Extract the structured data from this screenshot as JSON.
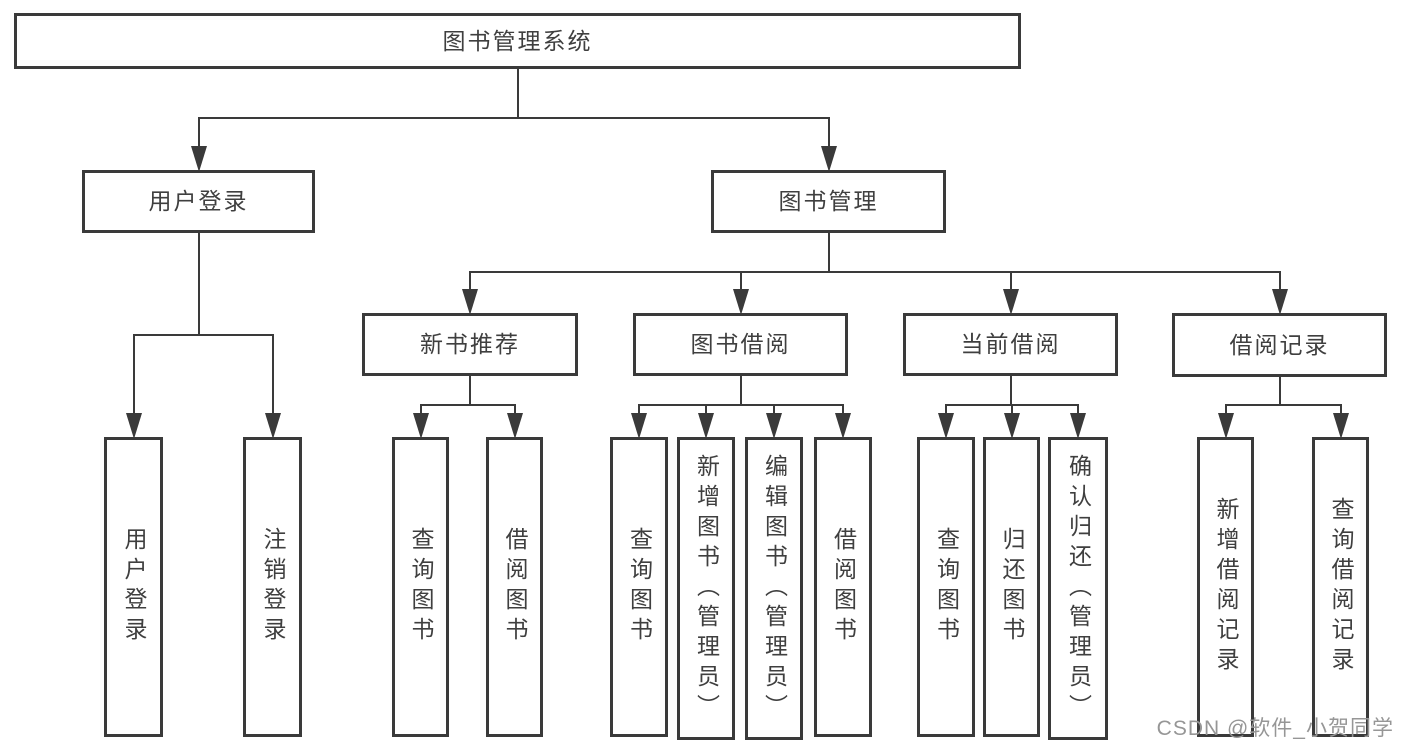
{
  "diagram": {
    "background": "#ffffff",
    "line_color": "#3a3a3a",
    "text_color": "#3f3f3f"
  },
  "nodes": [
    {
      "id": "root",
      "label": "图书管理系统",
      "level": 1
    },
    {
      "id": "user-login",
      "label": "用户登录",
      "level": 2
    },
    {
      "id": "book-mgmt",
      "label": "图书管理",
      "level": 2
    },
    {
      "id": "new-books",
      "label": "新书推荐",
      "level": 3
    },
    {
      "id": "book-borrow",
      "label": "图书借阅",
      "level": 3
    },
    {
      "id": "current-borrow",
      "label": "当前借阅",
      "level": 3
    },
    {
      "id": "borrow-records",
      "label": "借阅记录",
      "level": 3
    },
    {
      "id": "leaf-user-login",
      "label": "用户登录",
      "level": 4
    },
    {
      "id": "leaf-logout",
      "label": "注销登录",
      "level": 4
    },
    {
      "id": "leaf-query-book-1",
      "label": "查询图书",
      "level": 4
    },
    {
      "id": "leaf-borrow-book-1",
      "label": "借阅图书",
      "level": 4
    },
    {
      "id": "leaf-query-book-2",
      "label": "查询图书",
      "level": 4
    },
    {
      "id": "leaf-add-book",
      "label": "新增图书（管理员）",
      "level": 4
    },
    {
      "id": "leaf-edit-book",
      "label": "编辑图书（管理员）",
      "level": 4
    },
    {
      "id": "leaf-borrow-book-2",
      "label": "借阅图书",
      "level": 4
    },
    {
      "id": "leaf-query-book-3",
      "label": "查询图书",
      "level": 4
    },
    {
      "id": "leaf-return-book",
      "label": "归还图书",
      "level": 4
    },
    {
      "id": "leaf-confirm-return",
      "label": "确认归还（管理员）",
      "level": 4
    },
    {
      "id": "leaf-add-record",
      "label": "新增借阅记录",
      "level": 4
    },
    {
      "id": "leaf-query-record",
      "label": "查询借阅记录",
      "level": 4
    }
  ],
  "watermark": {
    "text": "CSDN @软件_小贺同学",
    "color": "#969696"
  }
}
